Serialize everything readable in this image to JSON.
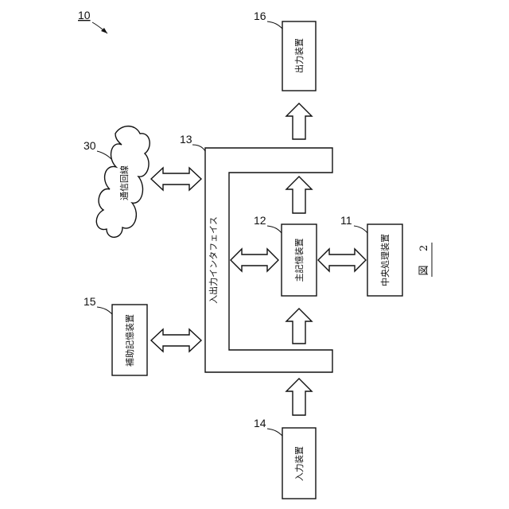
{
  "diagram": {
    "reference_numeral": "10",
    "figure_label": "図",
    "figure_number": "2",
    "units": {
      "central_processing": {
        "ref": "11",
        "label": "中央処理装置"
      },
      "main_memory": {
        "ref": "12",
        "label": "主記憶装置"
      },
      "io_interface": {
        "ref": "13",
        "label": "入出力インタフェイス"
      },
      "input_device": {
        "ref": "14",
        "label": "入力装置"
      },
      "auxiliary_storage": {
        "ref": "15",
        "label": "補助記憶装置"
      },
      "output_device": {
        "ref": "16",
        "label": "出力装置"
      },
      "communication_line": {
        "ref": "30",
        "label": "通信回線"
      }
    }
  }
}
